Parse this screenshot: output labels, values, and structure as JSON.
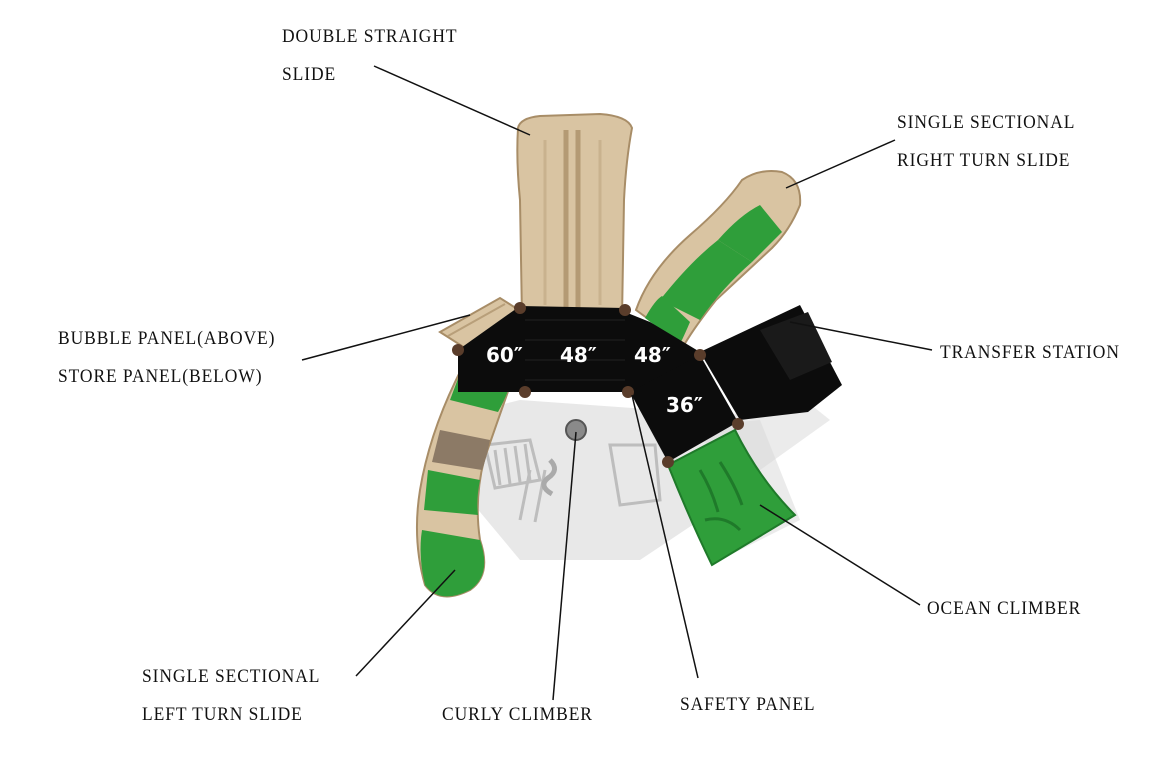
{
  "callouts": {
    "double_straight_slide": [
      "DOUBLE STRAIGHT",
      "SLIDE"
    ],
    "single_sectional_right_turn_slide": [
      "SINGLE SECTIONAL",
      "RIGHT TURN SLIDE"
    ],
    "bubble_store_panel": [
      "BUBBLE PANEL(ABOVE)",
      "STORE PANEL(BELOW)"
    ],
    "transfer_station": [
      "TRANSFER STATION"
    ],
    "ocean_climber": [
      "OCEAN CLIMBER"
    ],
    "single_sectional_left_turn_slide": [
      "SINGLE SECTIONAL",
      "LEFT TURN SLIDE"
    ],
    "curly_climber": [
      "CURLY CLIMBER"
    ],
    "safety_panel": [
      "SAFETY PANEL"
    ]
  },
  "deck_heights": [
    "60″",
    "48″",
    "48″",
    "36″"
  ],
  "colors": {
    "tan": "#d9c4a2",
    "tan_dark": "#b89f7a",
    "green": "#2f9e3a",
    "green_dark": "#1f7a2a",
    "deck": "#0c0c0c",
    "shadow": "#d4d4d4",
    "post": "#5a3d2b"
  }
}
